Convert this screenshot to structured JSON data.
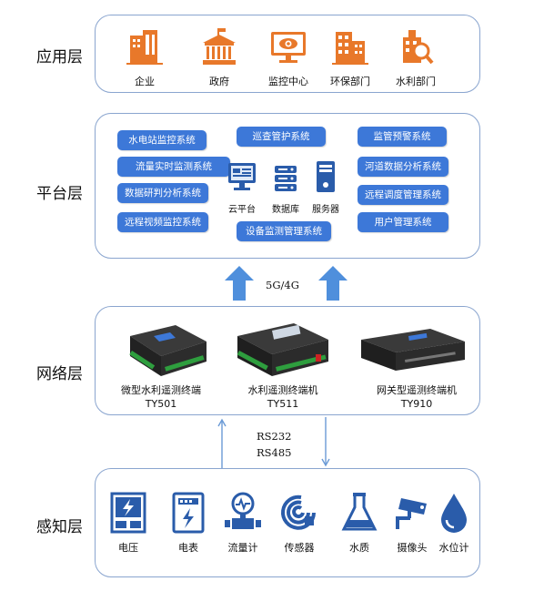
{
  "layers": {
    "application": "应用层",
    "platform": "平台层",
    "network": "网络层",
    "perception": "感知层"
  },
  "application_items": [
    {
      "label": "企业",
      "icon": "enterprise-building-icon"
    },
    {
      "label": "政府",
      "icon": "government-building-icon"
    },
    {
      "label": "监控中心",
      "icon": "monitor-center-icon"
    },
    {
      "label": "环保部门",
      "icon": "environment-dept-icon"
    },
    {
      "label": "水利部门",
      "icon": "water-dept-icon"
    }
  ],
  "platform": {
    "left_systems": [
      "水电站监控系统",
      "流量实时监测系统",
      "数据研判分析系统",
      "远程视频监控系统"
    ],
    "top_center_system": "巡查管护系统",
    "bottom_center_system": "设备监测管理系统",
    "right_systems": [
      "监管预警系统",
      "河道数据分析系统",
      "远程调度管理系统",
      "用户管理系统"
    ],
    "center_icons": [
      {
        "label": "云平台",
        "icon": "cloud-platform-icon"
      },
      {
        "label": "数据库",
        "icon": "database-icon"
      },
      {
        "label": "服务器",
        "icon": "server-icon"
      }
    ]
  },
  "connection_top": "5G/4G",
  "devices": [
    {
      "name": "微型水利遥测终端",
      "model": "TY501"
    },
    {
      "name": "水利遥测终端机",
      "model": "TY511"
    },
    {
      "name": "网关型遥测终端机",
      "model": "TY910"
    }
  ],
  "connection_bottom": [
    "RS232",
    "RS485"
  ],
  "perception_items": [
    {
      "label": "电压",
      "icon": "voltage-icon"
    },
    {
      "label": "电表",
      "icon": "electric-meter-icon"
    },
    {
      "label": "流量计",
      "icon": "flowmeter-icon"
    },
    {
      "label": "传感器",
      "icon": "sensor-icon"
    },
    {
      "label": "水质",
      "icon": "water-quality-flask-icon"
    },
    {
      "label": "摄像头",
      "icon": "camera-icon"
    },
    {
      "label": "水位计",
      "icon": "water-level-drop-icon"
    }
  ],
  "colors": {
    "orange": "#e8782a",
    "blue": "#2a5caa",
    "button_blue": "#3d78d8",
    "border": "#8aa5cf",
    "arrow": "#4f8fdc"
  }
}
